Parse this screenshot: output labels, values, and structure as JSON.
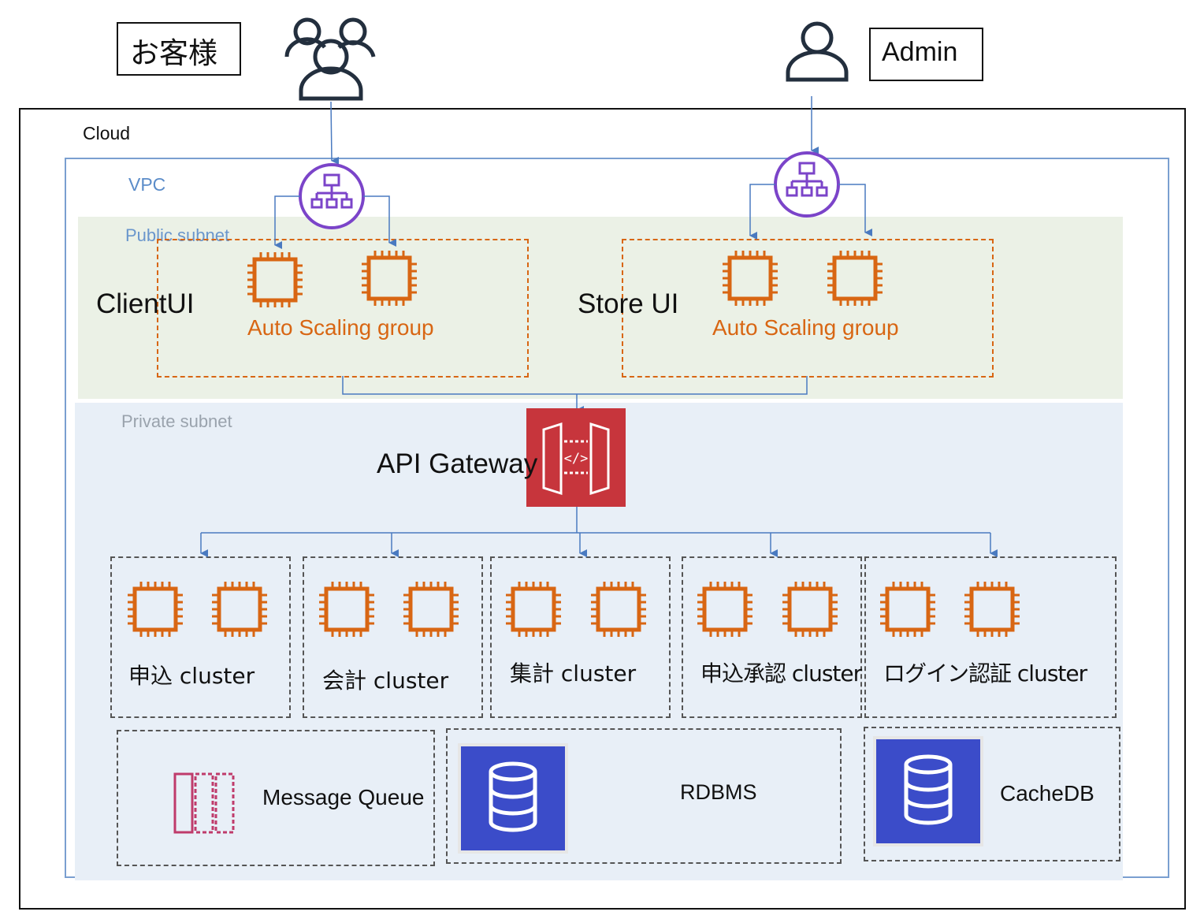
{
  "users": {
    "customer_label": "お客様",
    "admin_label": "Admin"
  },
  "cloud": {
    "label": "Cloud"
  },
  "vpc": {
    "label": "VPC"
  },
  "public_subnet": {
    "label": "Public subnet",
    "groups": [
      {
        "name": "ClientUI",
        "asg_label": "Auto Scaling group"
      },
      {
        "name": "Store UI",
        "asg_label": "Auto Scaling group"
      }
    ]
  },
  "private_subnet": {
    "label": "Private subnet",
    "gateway_label": "API Gateway",
    "clusters": [
      {
        "label": "申込 cluster"
      },
      {
        "label": "会計 cluster"
      },
      {
        "label": "集計 cluster"
      },
      {
        "label": "申込承認 cluster"
      },
      {
        "label": "ログイン認証 cluster"
      }
    ],
    "message_queue_label": "Message Queue",
    "rdbms_label": "RDBMS",
    "cachedb_label": "CacheDB"
  },
  "colors": {
    "vpc_border": "#7a9fd0",
    "vpc_text": "#5b8cc9",
    "public_bg": "#ebf1e6",
    "private_bg": "#e8eff7",
    "ec2_orange": "#d86613",
    "elb_purple": "#7b44c9",
    "arrow_blue": "#4a7ac0",
    "api_red": "#c7353c",
    "db_blue": "#3b4cc9",
    "sqs_pink": "#bf3b6b"
  },
  "icons": [
    "users-group-icon",
    "user-icon",
    "load-balancer-icon",
    "ec2-instance-icon",
    "api-gateway-icon",
    "message-queue-icon",
    "database-icon"
  ]
}
